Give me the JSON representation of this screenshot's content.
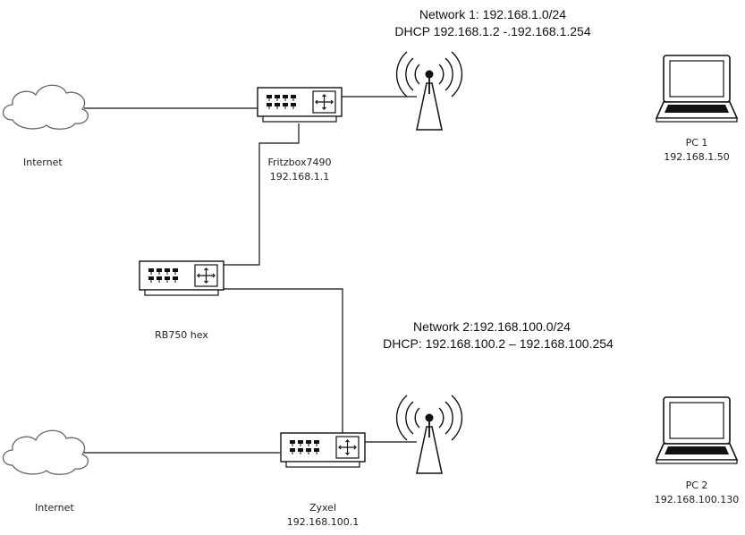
{
  "networks": {
    "net1": {
      "title": "Network 1: 192.168.1.0/24",
      "dhcp": "DHCP 192.168.1.2 -.192.168.1.254"
    },
    "net2": {
      "title": "Network 2:192.168.100.0/24",
      "dhcp": "DHCP: 192.168.100.2 – 192.168.100.254"
    }
  },
  "devices": {
    "internet_top": {
      "label": "Internet",
      "icon": "cloud-icon"
    },
    "internet_bottom": {
      "label": "Internet",
      "icon": "cloud-icon"
    },
    "fritzbox": {
      "name": "Fritzbox7490",
      "ip": "192.168.1.1",
      "icon": "router-icon"
    },
    "rb750": {
      "name": "RB750 hex",
      "icon": "router-icon"
    },
    "zyxel": {
      "name": "Zyxel",
      "ip": "192.168.100.1",
      "icon": "router-icon"
    },
    "ap_top": {
      "icon": "wireless-antenna-icon"
    },
    "ap_bottom": {
      "icon": "wireless-antenna-icon"
    },
    "pc1": {
      "name": "PC 1",
      "ip": "192.168.1.50",
      "icon": "laptop-icon"
    },
    "pc2": {
      "name": "PC 2",
      "ip": "192.168.100.130",
      "icon": "laptop-icon"
    }
  },
  "colors": {
    "line": "#111111",
    "device_fill": "#ffffff",
    "cloud_stroke": "#666666"
  }
}
